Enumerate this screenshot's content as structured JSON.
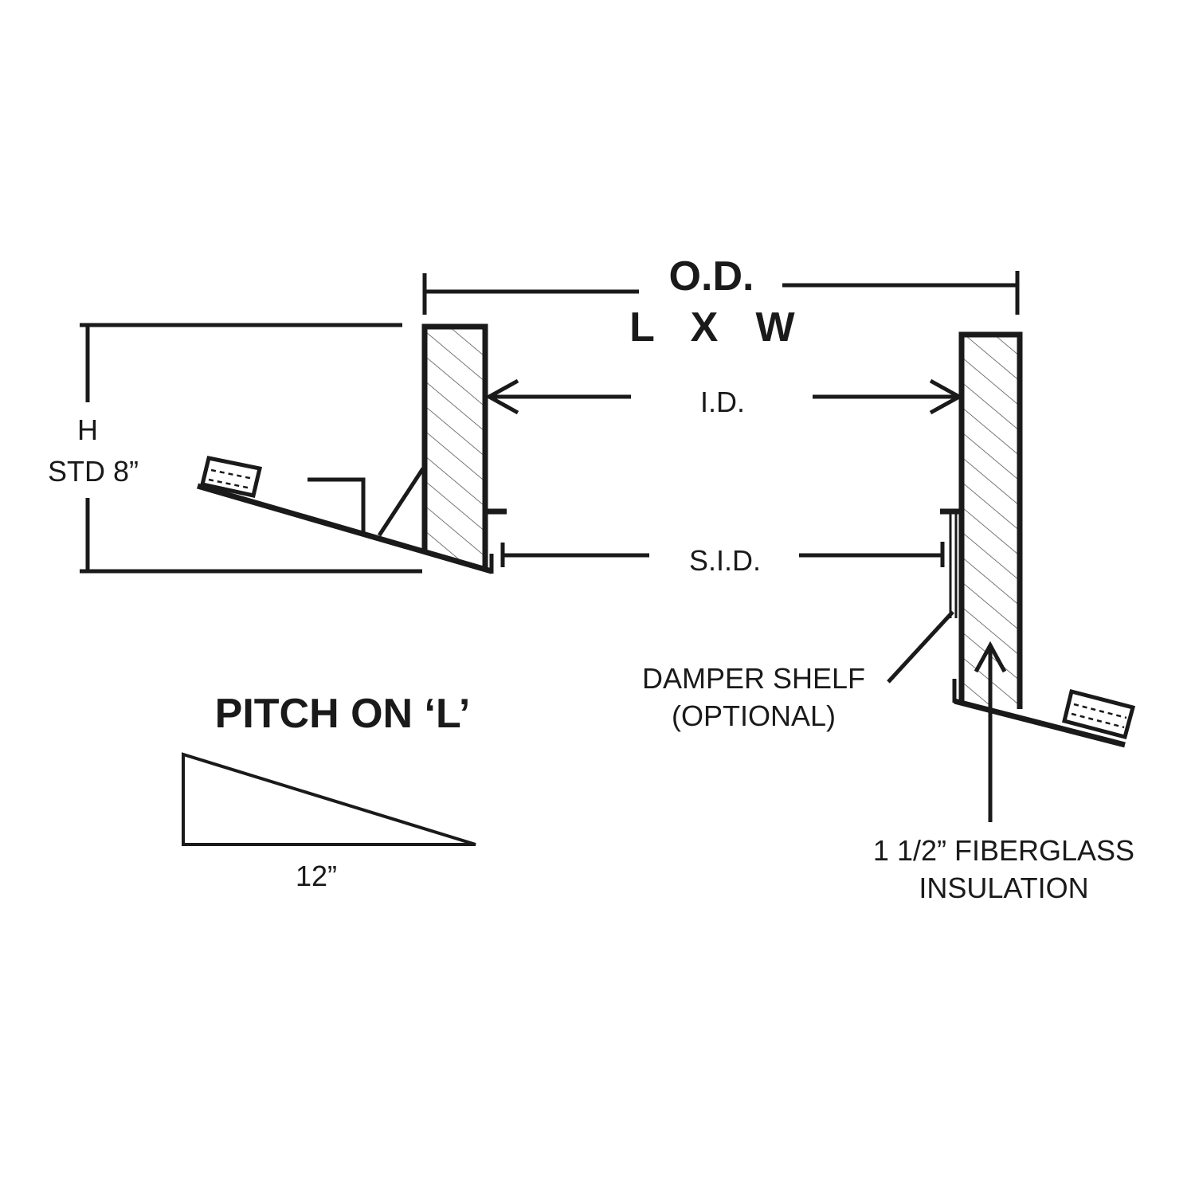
{
  "labels": {
    "od": "O.D.",
    "lxw_l": "L",
    "lxw_x": "X",
    "lxw_w": "W",
    "id": "I.D.",
    "height": "H",
    "height_std": "STD 8”",
    "sid": "S.I.D.",
    "damper_shelf": "DAMPER SHELF",
    "damper_optional": "(OPTIONAL)",
    "pitch_title": "PITCH ON ‘L’",
    "pitch_run": "12”",
    "insulation_line1": "1 1/2” FIBERGLASS",
    "insulation_line2": "INSULATION"
  }
}
